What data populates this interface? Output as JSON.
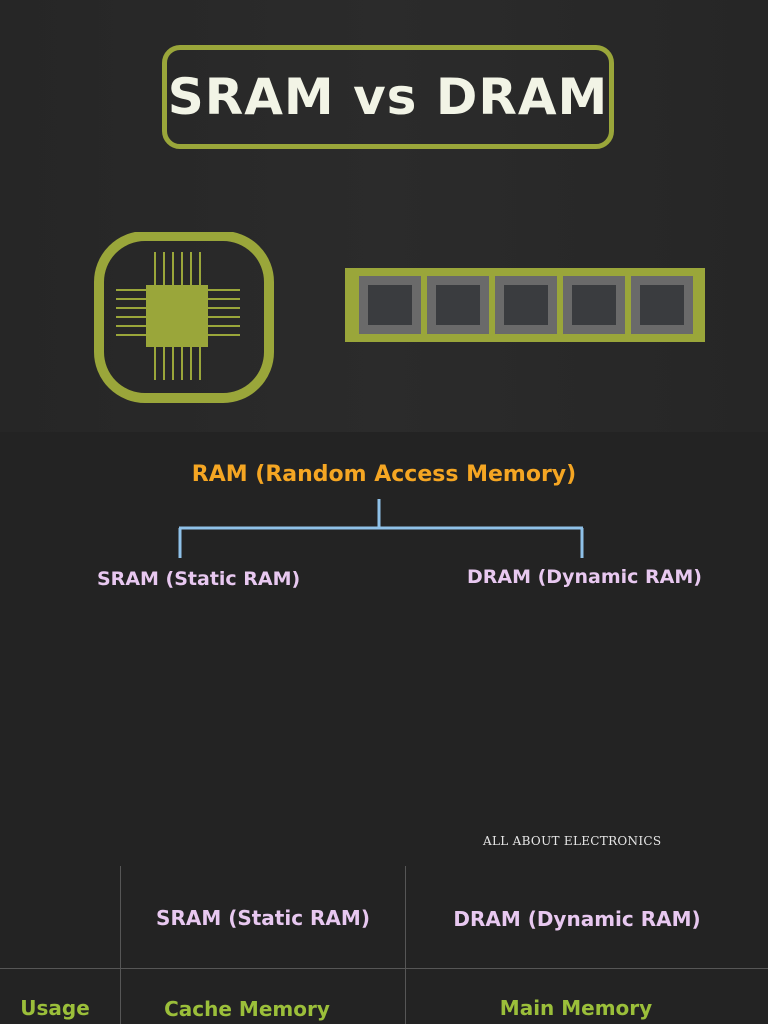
{
  "title": "SRAM vs DRAM",
  "icons": {
    "chip": "chip-icon",
    "ram_module": "ram-module-icon"
  },
  "colors": {
    "accent_green": "#9aa63a",
    "root_orange": "#f5a623",
    "leaf_pink": "#e8c8f0",
    "connector_blue": "#8fc1e8",
    "value_green": "#9bbf3a"
  },
  "tree": {
    "root": "RAM (Random Access Memory)",
    "children": [
      "SRAM (Static RAM)",
      "DRAM (Dynamic RAM)"
    ]
  },
  "watermark": "ALL ABOUT ELECTRONICS",
  "table": {
    "headers": [
      "",
      "SRAM (Static RAM)",
      "DRAM (Dynamic RAM)"
    ],
    "rows": [
      {
        "label": "Usage",
        "values": [
          "Cache Memory",
          "Main Memory"
        ]
      }
    ]
  }
}
